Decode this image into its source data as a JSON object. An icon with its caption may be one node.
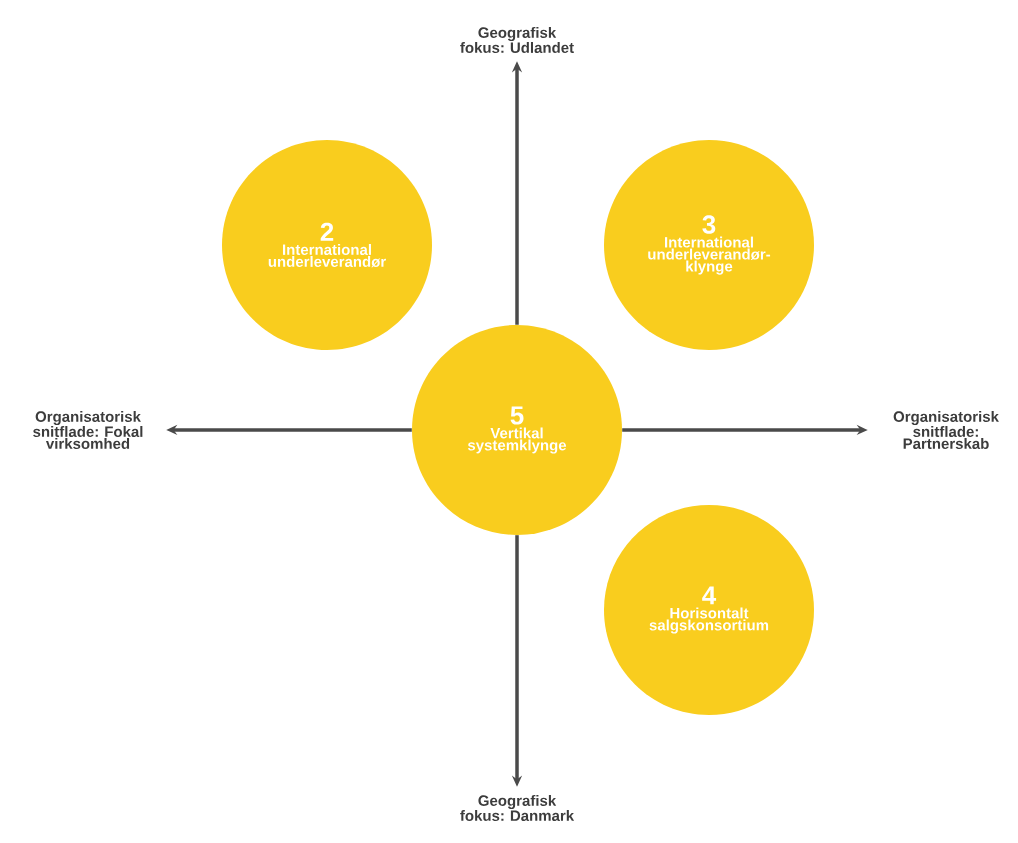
{
  "diagram": {
    "nodes": [
      {
        "text": [
          "Geografisk fokus: Udlandet"
        ]
      },
      {
        "text": [
          "2",
          "International underleverandør"
        ]
      },
      {
        "text": [
          "3",
          "International underleverandør-klynge"
        ]
      },
      {
        "text": [
          "Organisatorisk snitflade: Fokal virksomhed"
        ]
      },
      {
        "text": [
          "5",
          "Vertikal systemklynge"
        ]
      },
      {
        "text": [
          "Organisatorisk snitflade: Partnerskab"
        ]
      },
      {
        "text": [
          "4",
          "Horisontalt salgskonsortium"
        ]
      },
      {
        "text": [
          "Geografisk fokus: Danmark"
        ]
      }
    ],
    "edges": [
      {
        "from": 4,
        "to": 0,
        "arrow": "to"
      },
      {
        "from": 4,
        "to": 3,
        "arrow": "to"
      },
      {
        "from": 4,
        "to": 5,
        "arrow": "to"
      },
      {
        "from": 4,
        "to": 7,
        "arrow": "to"
      }
    ]
  }
}
